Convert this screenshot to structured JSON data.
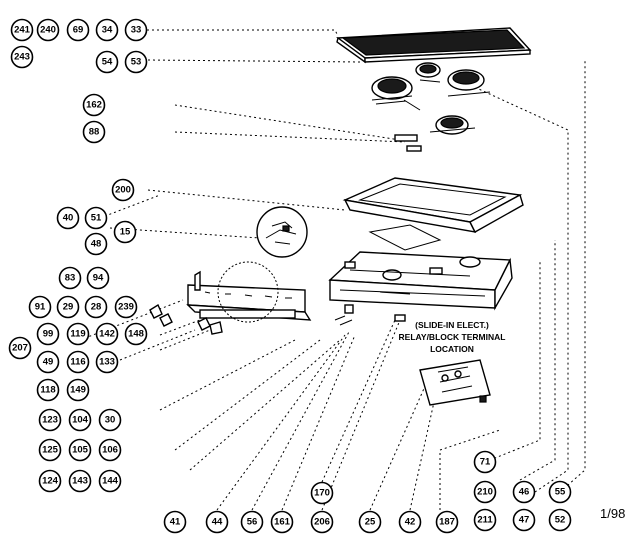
{
  "diagram": {
    "callouts": [
      "241",
      "240",
      "69",
      "34",
      "33",
      "243",
      "54",
      "53",
      "162",
      "88",
      "200",
      "40",
      "51",
      "15",
      "48",
      "83",
      "94",
      "91",
      "29",
      "28",
      "239",
      "99",
      "119",
      "142",
      "148",
      "207",
      "49",
      "116",
      "133",
      "118",
      "149",
      "123",
      "104",
      "30",
      "125",
      "105",
      "106",
      "124",
      "143",
      "144",
      "41",
      "44",
      "56",
      "161",
      "170",
      "206",
      "25",
      "42",
      "187",
      "71",
      "210",
      "211",
      "46",
      "47",
      "55",
      "52"
    ],
    "note_lines": [
      "(SLIDE-IN ELECT.)",
      "RELAY/BLOCK TERMINAL",
      "LOCATION"
    ],
    "date_code": "1/98"
  }
}
